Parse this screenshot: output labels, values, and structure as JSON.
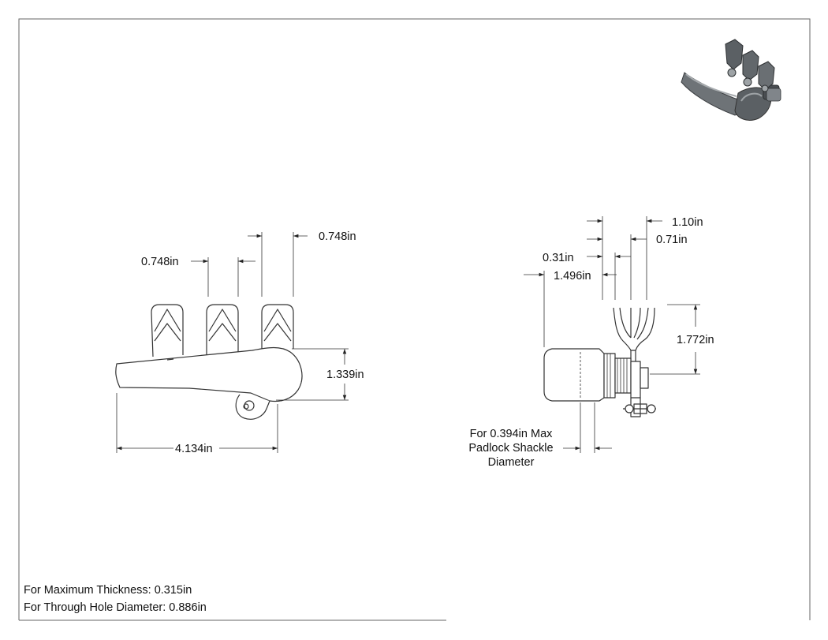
{
  "drawing": {
    "front_view": {
      "dim_top_right": "0.748in",
      "dim_top_left": "0.748in",
      "dim_height": "1.339in",
      "dim_length": "4.134in"
    },
    "side_view": {
      "dim_a": "1.10in",
      "dim_b": "0.71in",
      "dim_c": "0.31in",
      "dim_d": "1.496in",
      "dim_e": "1.772in",
      "shackle_line1": "For 0.394in Max",
      "shackle_line2": "Padlock Shackle",
      "shackle_line3": "Diameter"
    },
    "notes": {
      "max_thickness": "For Maximum Thickness: 0.315in",
      "through_hole": "For Through Hole Diameter: 0.886in"
    },
    "colors": {
      "line": "#333333",
      "part_fill": "#ffffff",
      "iso_dark": "#555a5e",
      "iso_mid": "#7d8286",
      "iso_light": "#a9adb0"
    }
  }
}
